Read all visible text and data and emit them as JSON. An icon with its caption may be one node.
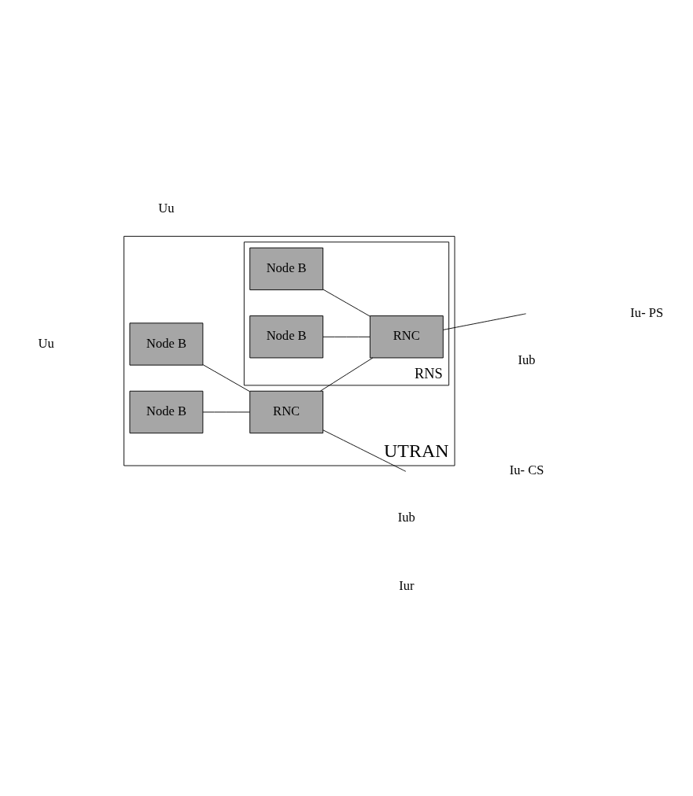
{
  "diagram": {
    "nodes": [
      {
        "text": [
          "UTRAN"
        ]
      },
      {
        "text": [
          "Node B"
        ],
        "in": 0
      },
      {
        "text": [
          "Node B"
        ],
        "in": 0
      },
      {
        "text": [
          "RNC"
        ],
        "in": 0
      },
      {
        "text": [
          "RNS"
        ],
        "in": 0
      },
      {
        "text": [
          "Node B"
        ],
        "in": 4
      },
      {
        "text": [
          "Node B"
        ],
        "in": 4
      },
      {
        "text": [
          "RNC"
        ],
        "in": 4
      }
    ],
    "edges": [
      {
        "from": 1,
        "to": 3,
        "arrow": "none"
      },
      {
        "from": 2,
        "to": 3,
        "arrow": "none"
      },
      {
        "from": 3,
        "to": 7,
        "arrow": "none"
      },
      {
        "from": 5,
        "to": 7,
        "arrow": "none"
      },
      {
        "from": 6,
        "to": 7,
        "arrow": "none"
      },
      {
        "from": 3,
        "to": null,
        "arrow": "none"
      },
      {
        "from": 7,
        "to": null,
        "arrow": "none"
      }
    ],
    "labels": [
      "Uu",
      "Iub",
      "Iu- CS",
      "Iur",
      "Uu",
      "Iub",
      "Iu- PS"
    ]
  }
}
